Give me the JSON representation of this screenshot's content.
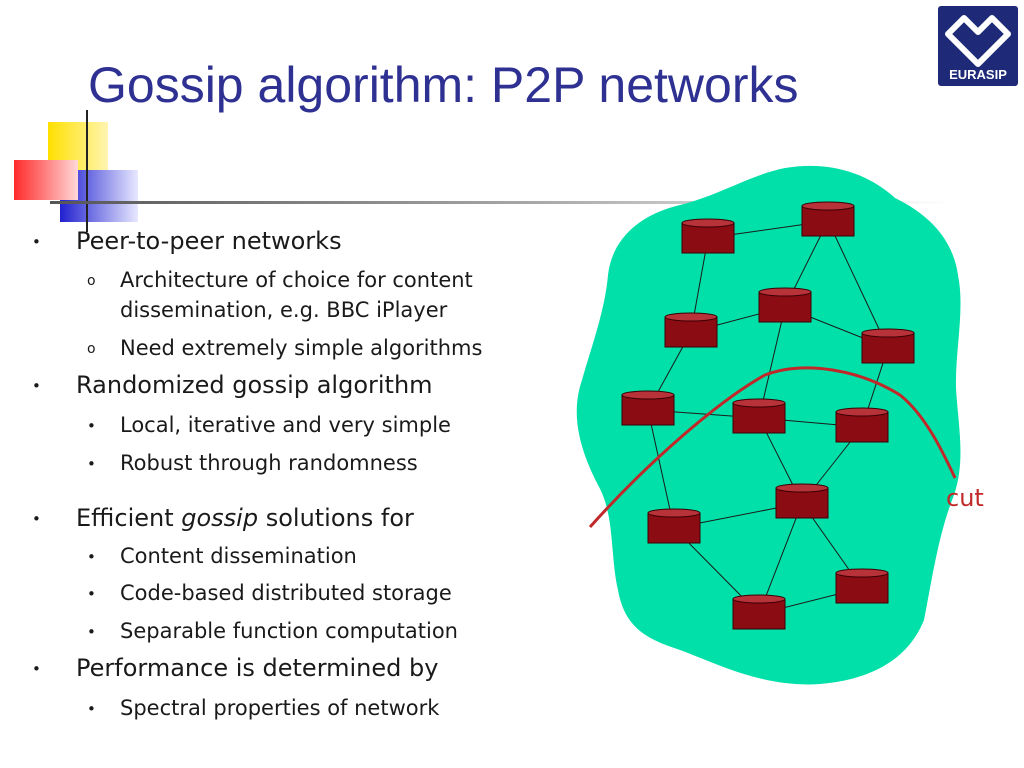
{
  "slide": {
    "title": "Gossip algorithm: P2P networks",
    "logo_text": "EURASIP",
    "bullets": [
      {
        "text": "Peer-to-peer networks"
      },
      {
        "text": "Architecture of choice for content"
      },
      {
        "text": "dissemination, e.g. BBC iPlayer"
      },
      {
        "text": "Need extremely simple algorithms"
      },
      {
        "text": "Randomized gossip algorithm"
      },
      {
        "text": "Local, iterative and very simple"
      },
      {
        "text": "Robust through randomness"
      },
      {
        "text_before": "Efficient ",
        "text_em": "gossip",
        "text_after": " solutions for"
      },
      {
        "text": "Content dissemination"
      },
      {
        "text": "Code-based distributed storage"
      },
      {
        "text": "Separable function computation"
      },
      {
        "text": "Performance is determined by"
      },
      {
        "text": "Spectral properties of network"
      }
    ],
    "diagram": {
      "cut_label": "cut",
      "blob_color": "#00e0a8",
      "node_color": "#8b0c12",
      "cut_color": "#c0282a"
    }
  }
}
